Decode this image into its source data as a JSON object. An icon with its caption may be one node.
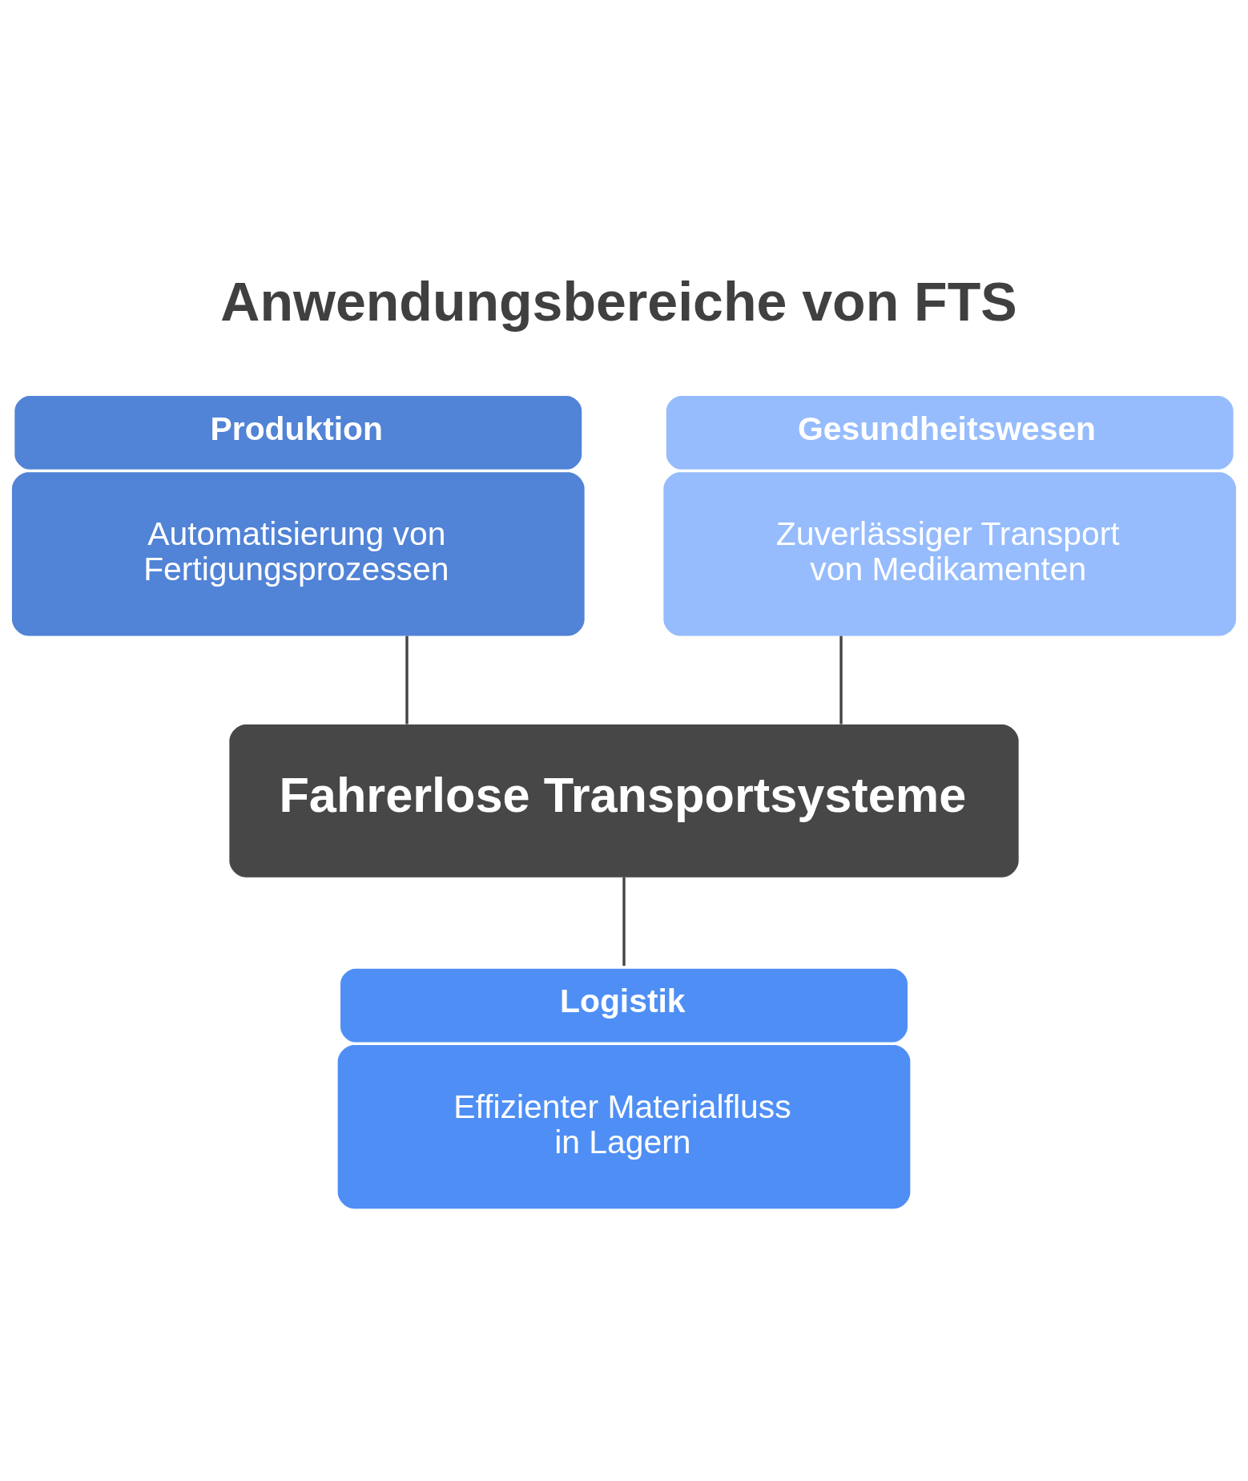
{
  "diagram": {
    "title": "Anwendungsbereiche von FTS",
    "nodes": [
      {
        "text": [
          "Produktion",
          "Automatisierung von Fertigungsprozessen"
        ]
      },
      {
        "text": [
          "Gesundheitswesen",
          "Zuverlässiger Transport von Medikamenten"
        ]
      },
      {
        "text": [
          "Fahrerlose Transportsysteme"
        ]
      },
      {
        "text": [
          "Logistik",
          "Effizienter Materialfluss in Lagern"
        ]
      }
    ],
    "edges": [
      {
        "from": 0,
        "to": 2,
        "arrow": "none"
      },
      {
        "from": 1,
        "to": 2,
        "arrow": "none"
      },
      {
        "from": 2,
        "to": 3,
        "arrow": "none"
      }
    ]
  }
}
